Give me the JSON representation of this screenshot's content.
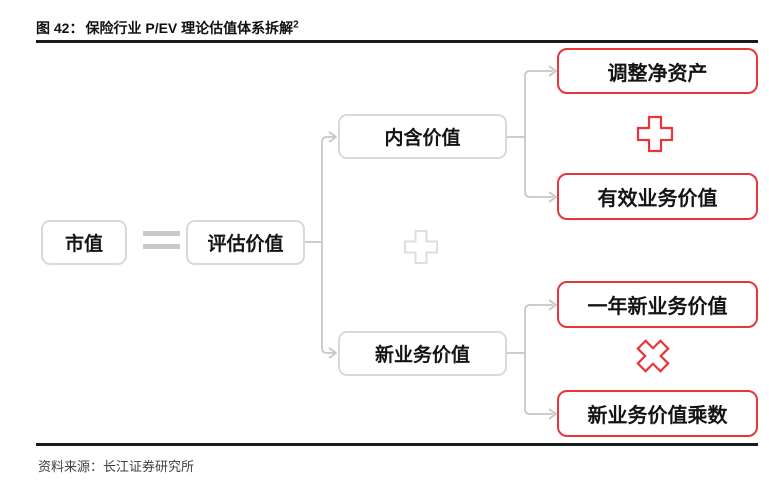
{
  "figure": {
    "label": "图 42：",
    "title": "保险行业 P/EV 理论估值体系拆解",
    "footnote_superscript": "2"
  },
  "nodes": {
    "market_cap": "市值",
    "appraisal_value": "评估价值",
    "embedded_value": "内含价值",
    "new_business_value": "新业务价值",
    "adjusted_net_assets": "调整净资产",
    "value_in_force": "有效业务价值",
    "one_year_new_business_value": "一年新业务价值",
    "new_business_value_multiplier": "新业务价值乘数"
  },
  "operators": {
    "equals": "=",
    "plus_middle": "+",
    "plus_right": "+",
    "multiply": "×"
  },
  "source": {
    "label": "资料来源：",
    "name": "长江证券研究所"
  },
  "colors": {
    "accent_red": "#e8353a",
    "connector_gray": "#c6c6c6",
    "box_border_gray": "#d9d9d9",
    "rule_black": "#1a1a1a",
    "text_black": "#141414"
  }
}
